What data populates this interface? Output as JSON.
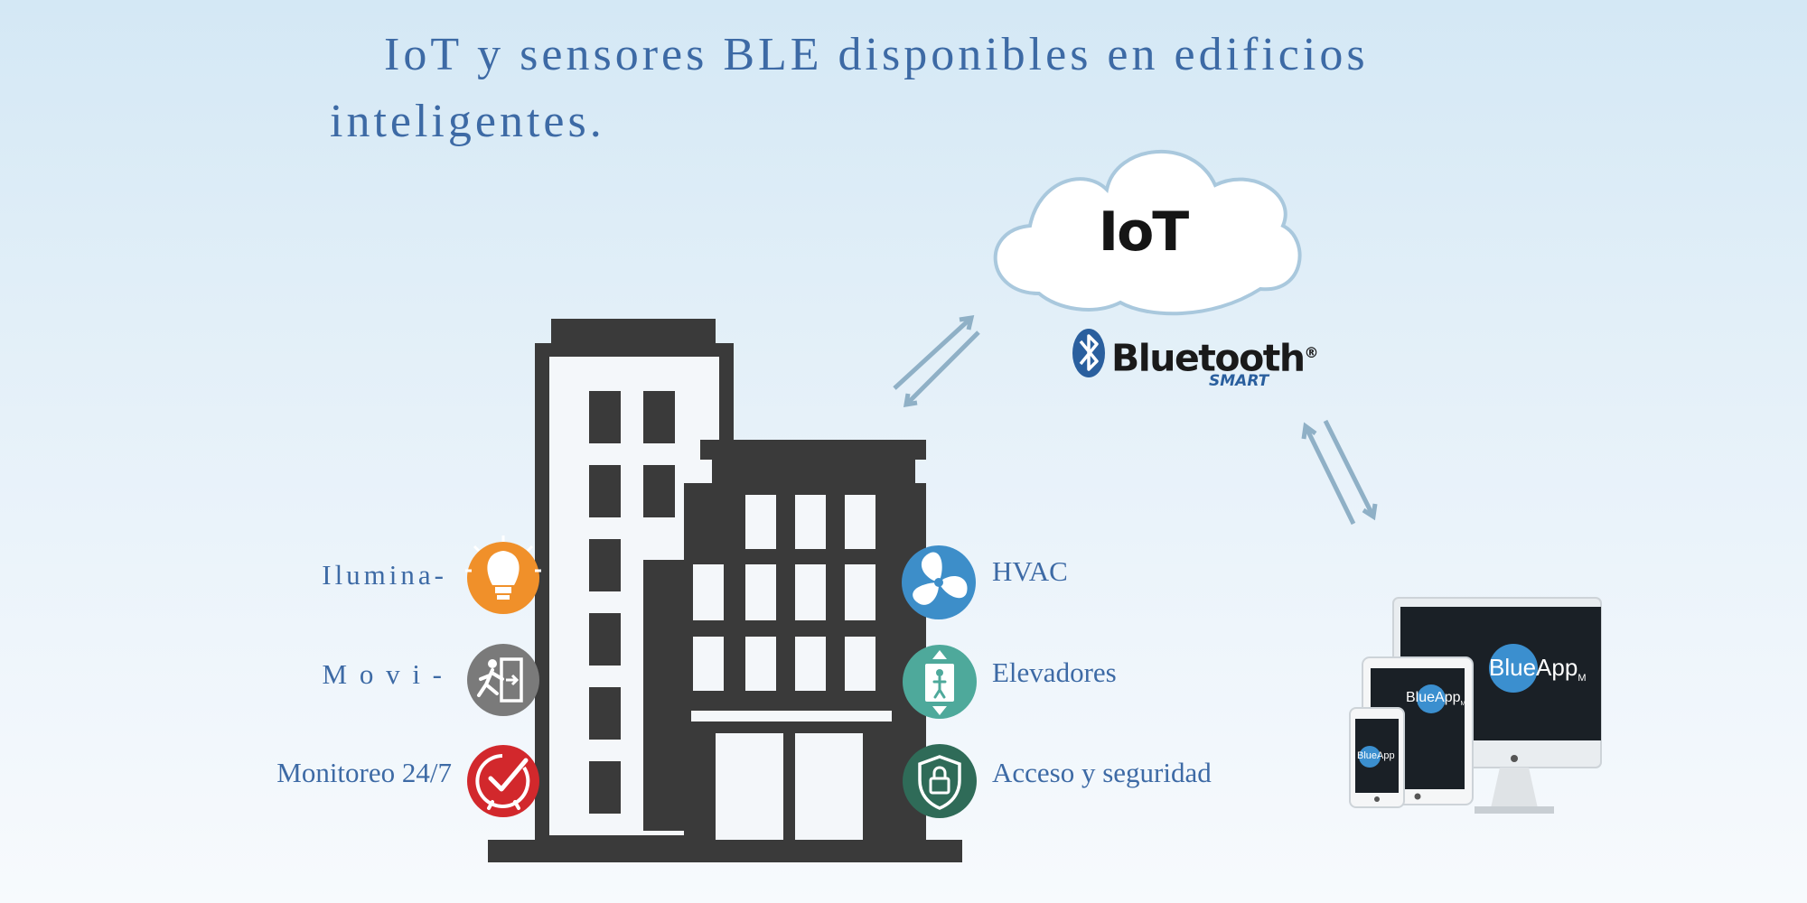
{
  "title": "IoT y sensores BLE disponibles en edificios inteligentes.",
  "cloud": {
    "label": "IoT"
  },
  "bluetooth": {
    "name": "Bluetooth",
    "sub": "SMART",
    "mark": "®"
  },
  "services_left": [
    {
      "label": "Ilumina-",
      "icon": "lightbulb-icon",
      "color": "#f0902a"
    },
    {
      "label": "M o v i -",
      "icon": "emergency-exit-icon",
      "color": "#7a7a7a"
    },
    {
      "label": "Monitoreo 24/7",
      "icon": "check-monitor-icon",
      "color": "#d2282c"
    }
  ],
  "services_right": [
    {
      "label": "HVAC",
      "icon": "fan-icon",
      "color": "#3d8ec9"
    },
    {
      "label": "Elevadores",
      "icon": "elevator-icon",
      "color": "#4ea99b"
    },
    {
      "label": "Acceso y seguridad",
      "icon": "shield-lock-icon",
      "color": "#2f6b58"
    }
  ],
  "devices": {
    "app_name": "BlueApp",
    "app_suffix": "M"
  },
  "colors": {
    "title": "#3d6aa5",
    "arrow": "#8fb0c6",
    "building": "#3a3a3a"
  }
}
